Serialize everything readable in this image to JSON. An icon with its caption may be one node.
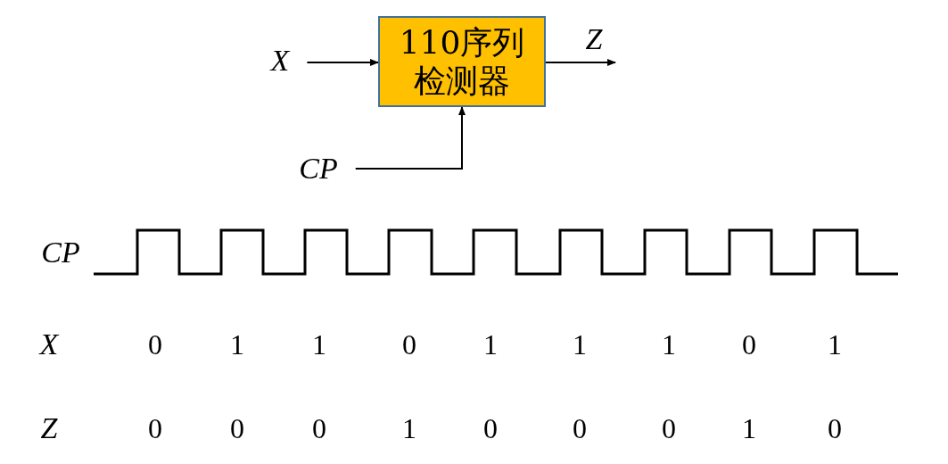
{
  "diagram": {
    "nodes": [
      {
        "text": [
          "110序列检测器"
        ]
      },
      {
        "text": [
          "X"
        ]
      },
      {
        "text": [
          "CP"
        ]
      }
    ],
    "edges": [
      {
        "from": 1,
        "to": 0,
        "arrow": "to"
      },
      {
        "from": 2,
        "to": 0,
        "arrow": "to"
      },
      {
        "from": 0,
        "to": null,
        "arrow": "to",
        "label": "Z"
      }
    ],
    "labels": [
      "CP",
      "X",
      "0",
      "1",
      "1",
      "0",
      "1",
      "1",
      "1",
      "0",
      "1",
      "Z",
      "0",
      "0",
      "0",
      "1",
      "0",
      "0",
      "0",
      "1",
      "0"
    ]
  }
}
